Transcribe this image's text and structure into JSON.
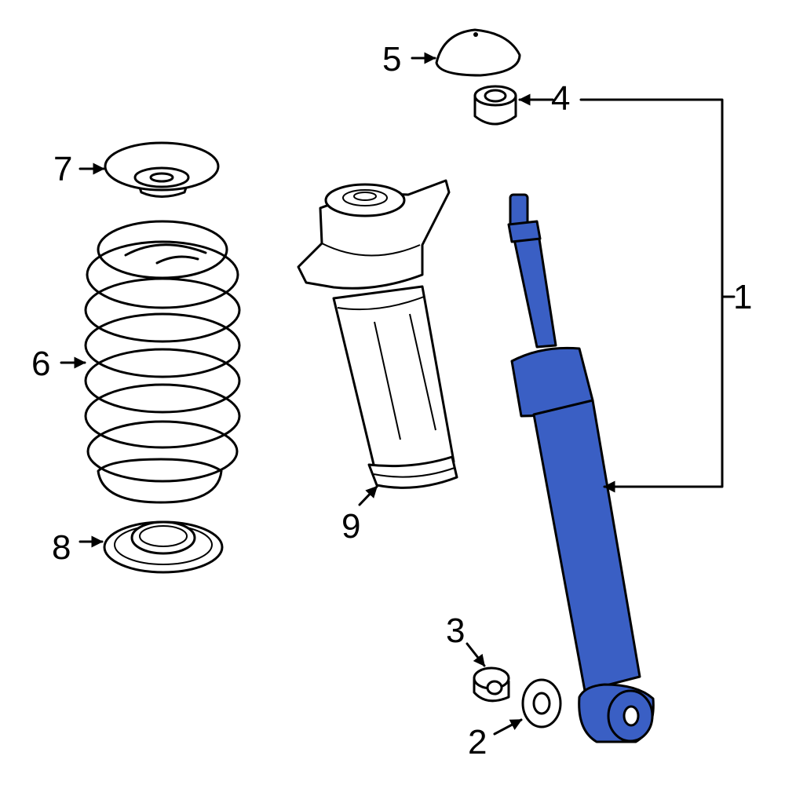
{
  "callouts": {
    "c1": "1",
    "c2": "2",
    "c3": "3",
    "c4": "4",
    "c5": "5",
    "c6": "6",
    "c7": "7",
    "c8": "8",
    "c9": "9"
  },
  "colors": {
    "highlight": "#3a5fc4",
    "outline": "#000000",
    "background": "#ffffff"
  }
}
